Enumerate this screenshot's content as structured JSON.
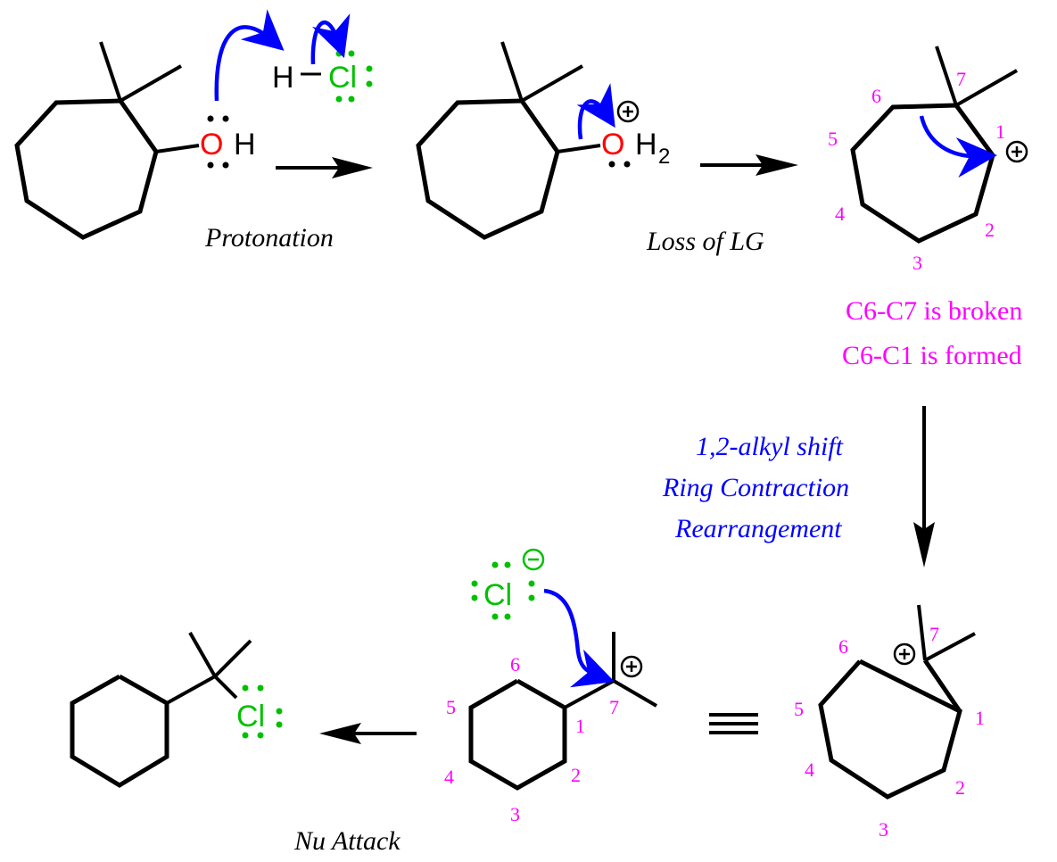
{
  "colors": {
    "bond": "#000000",
    "oxygen": "#ff0000",
    "chlorine": "#00c000",
    "arrow_curly": "#0000ff",
    "numbering": "#ff00ff",
    "step_label": "#000000",
    "rearrangement_label": "#0000ff",
    "bond_note": "#ff00ff"
  },
  "steps": {
    "protonation": "Protonation",
    "loss_of_lg": "Loss of LG",
    "nu_attack": "Nu Attack",
    "rearrangement": [
      "1,2-alkyl shift",
      "Ring Contraction",
      "Rearrangement"
    ]
  },
  "atoms": {
    "o": "O",
    "h": "H",
    "h2": "H",
    "h2_sub": "2",
    "cl": "Cl",
    "plus": "+",
    "minus": "−"
  },
  "notes": {
    "bond_broken": "C6-C7 is broken",
    "bond_formed": "C6-C1 is formed"
  },
  "numbering": {
    "cation_7ring": [
      "1",
      "2",
      "3",
      "4",
      "5",
      "6",
      "7"
    ],
    "redrawn_7ring": [
      "1",
      "2",
      "3",
      "4",
      "5",
      "6",
      "7"
    ],
    "cyclohexyl_cation": [
      "1",
      "2",
      "3",
      "4",
      "5",
      "6",
      "7"
    ]
  },
  "equivalence_symbol": "≡"
}
